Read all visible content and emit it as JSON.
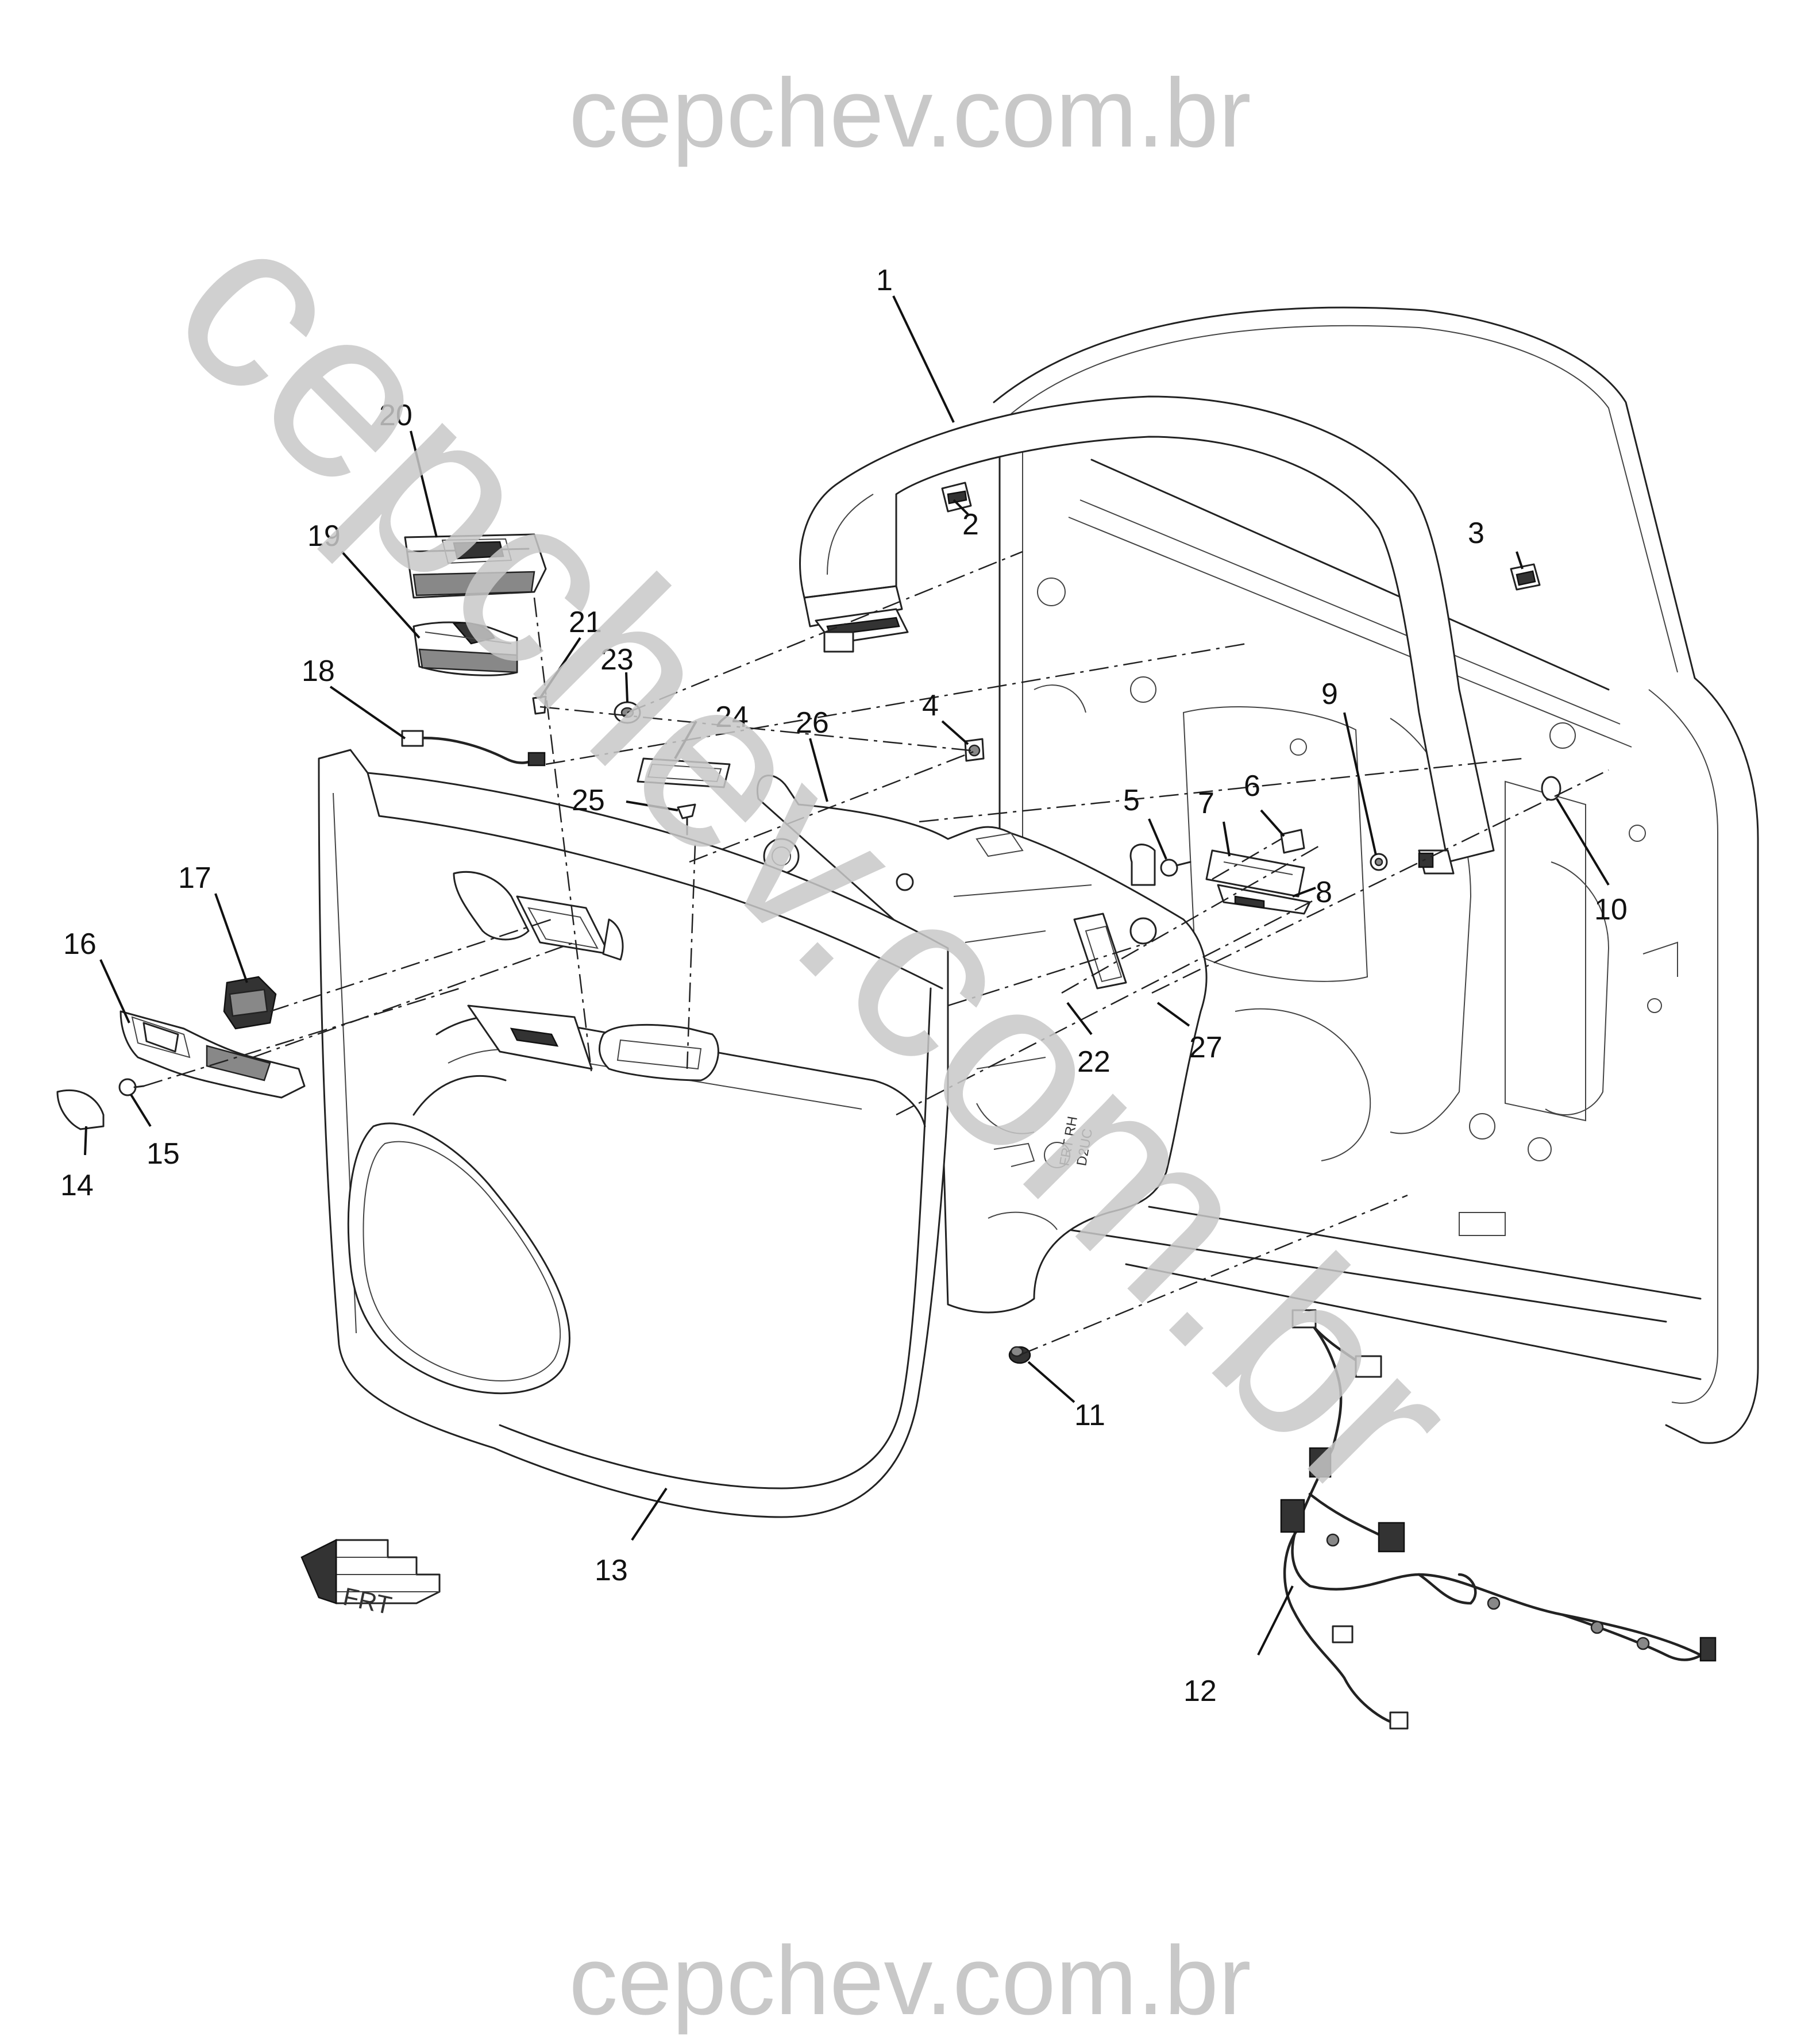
{
  "watermark": {
    "top": "cepchev.com.br",
    "bottom": "cepchev.com.br",
    "diagonal": "cepchev.com.br"
  },
  "callouts": [
    "1",
    "2",
    "3",
    "4",
    "5",
    "6",
    "7",
    "8",
    "9",
    "10",
    "11",
    "12",
    "13",
    "14",
    "15",
    "16",
    "17",
    "18",
    "19",
    "20",
    "21",
    "22",
    "23",
    "24",
    "25",
    "26",
    "27"
  ],
  "panel_stamp": {
    "line1": "FRT RH",
    "line2": "D2UC"
  },
  "direction_marker": {
    "label": "FRT"
  },
  "colors": {
    "line": "#222222",
    "watermark": "#c8c8c8",
    "background": "#ffffff"
  }
}
